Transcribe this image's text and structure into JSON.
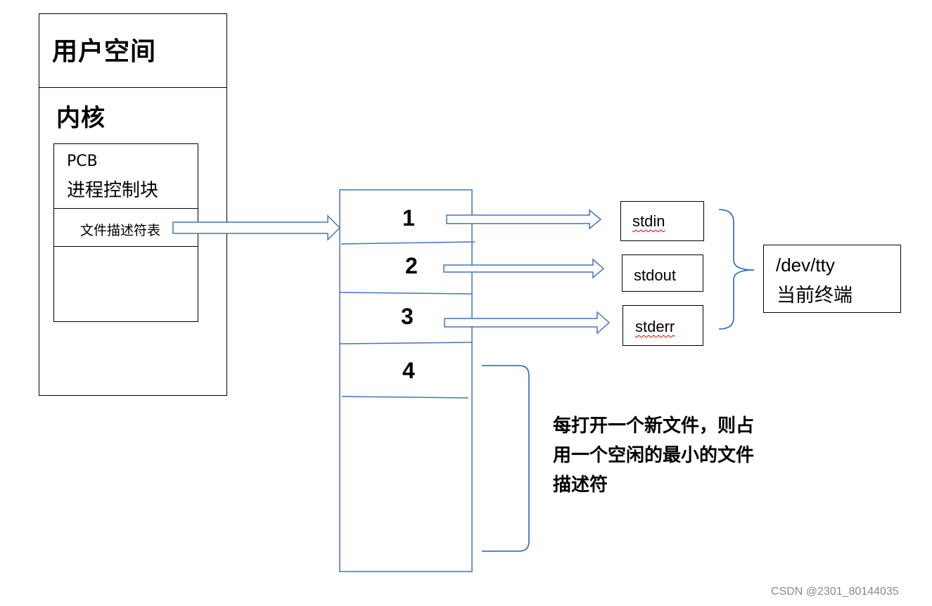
{
  "user_space_label": "用户空间",
  "kernel_label": "内核",
  "pcb": {
    "title": "PCB",
    "subtitle": "进程控制块",
    "fd_table_label": "文件描述符表"
  },
  "fd_entries": [
    {
      "number": "1",
      "target": "stdin"
    },
    {
      "number": "2",
      "target": "stdout"
    },
    {
      "number": "3",
      "target": "stderr"
    },
    {
      "number": "4",
      "target": ""
    }
  ],
  "device": {
    "path": "/dev/tty",
    "description": "当前终端"
  },
  "note": "每打开一个新文件，则占\n用一个空闲的最小的文件\n描述符",
  "watermark": "CSDN @2301_80144035",
  "colors": {
    "arrow": "#4472c4",
    "border": "#000000",
    "watermark": "#8a8a8a"
  }
}
